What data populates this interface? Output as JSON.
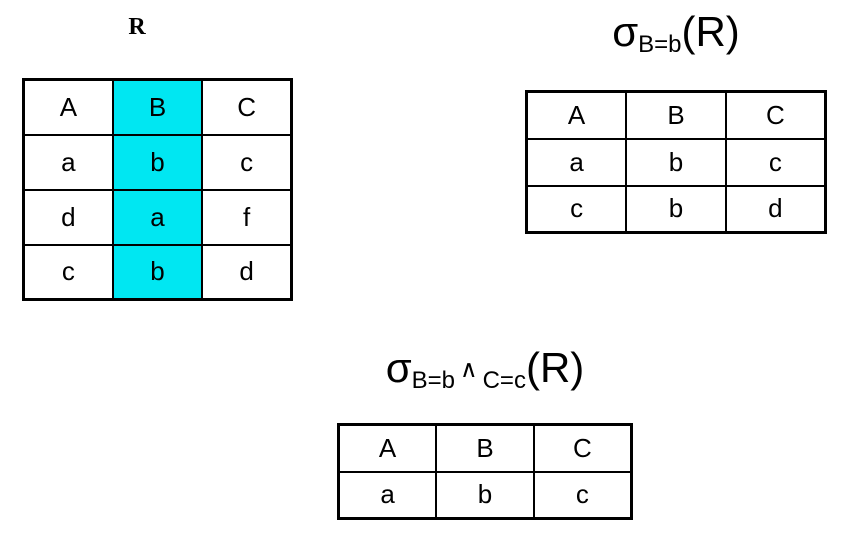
{
  "colors": {
    "highlight_cyan": "#00e7f2",
    "border": "#000000",
    "text": "#000000",
    "background": "#ffffff"
  },
  "relation_r": {
    "title": "R",
    "highlighted_column": "B",
    "headers": [
      "A",
      "B",
      "C"
    ],
    "rows": [
      [
        "a",
        "b",
        "c"
      ],
      [
        "d",
        "a",
        "f"
      ],
      [
        "c",
        "b",
        "d"
      ]
    ]
  },
  "selection_b": {
    "title": {
      "sigma": "σ",
      "condition": "B=b",
      "argument": "(R)"
    },
    "headers": [
      "A",
      "B",
      "C"
    ],
    "rows": [
      [
        "a",
        "b",
        "c"
      ],
      [
        "c",
        "b",
        "d"
      ]
    ]
  },
  "selection_b_and_c": {
    "title": {
      "sigma": "σ",
      "condition_1": "B=b",
      "operator": "∧",
      "condition_2": "C=c",
      "argument": "(R)"
    },
    "headers": [
      "A",
      "B",
      "C"
    ],
    "rows": [
      [
        "a",
        "b",
        "c"
      ]
    ]
  }
}
